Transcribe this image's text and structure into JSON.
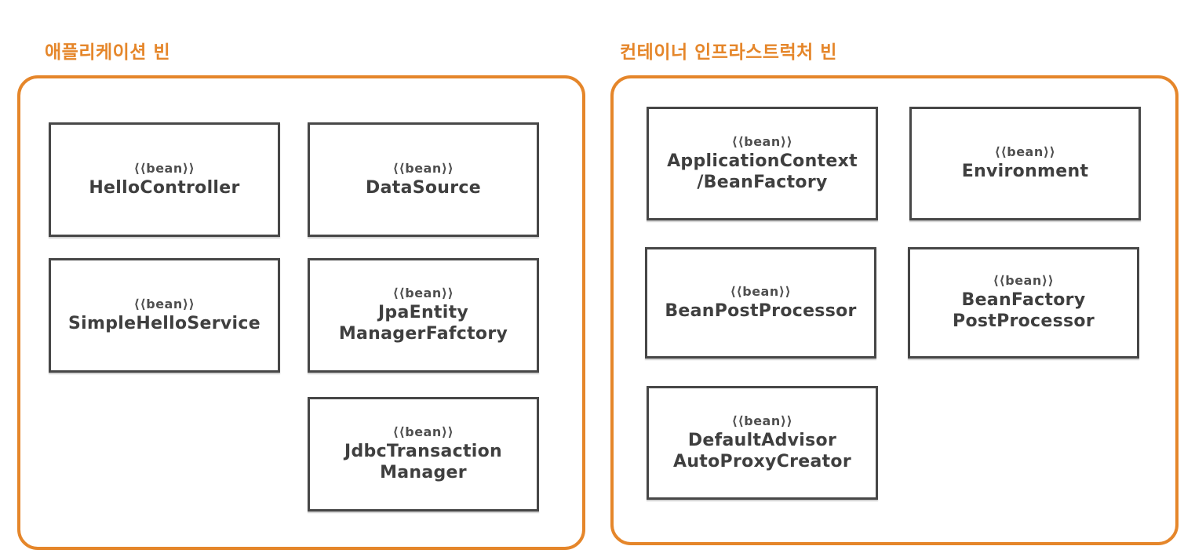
{
  "colors": {
    "accent_orange": "#E5862A",
    "box_border": "#474747",
    "bean_name_text": "#3F3F3F",
    "stereotype_text": "#4F4F4F",
    "background": "#ffffff"
  },
  "stereotype_label": "⟨⟨bean⟩⟩",
  "groups": [
    {
      "title": "애플리케이션 빈",
      "beans": [
        {
          "name": "HelloController"
        },
        {
          "name": "DataSource"
        },
        {
          "name": "SimpleHelloService"
        },
        {
          "name": "JpaEntity\nManagerFafctory"
        },
        {
          "name": "JdbcTransaction\nManager"
        }
      ]
    },
    {
      "title": "컨테이너 인프라스트럭처 빈",
      "beans": [
        {
          "name": "ApplicationContext\n/BeanFactory"
        },
        {
          "name": "Environment"
        },
        {
          "name": "BeanPostProcessor"
        },
        {
          "name": "BeanFactory\nPostProcessor"
        },
        {
          "name": "DefaultAdvisor\nAutoProxyCreator"
        }
      ]
    }
  ]
}
